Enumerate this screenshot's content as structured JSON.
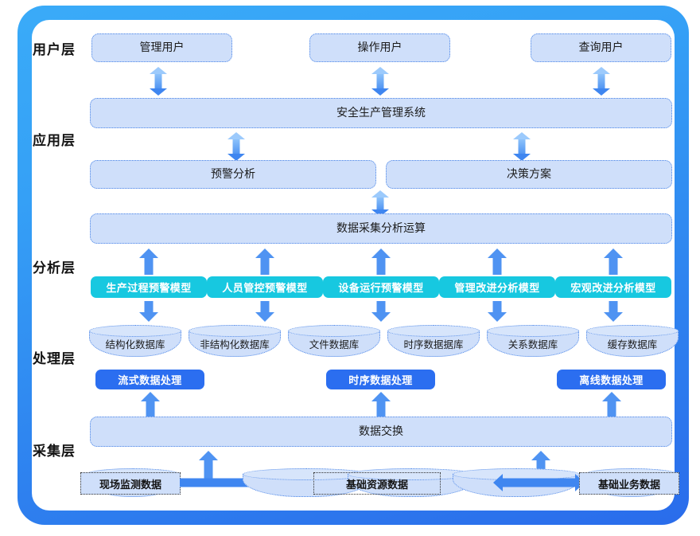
{
  "diagram": {
    "frame_color_top": "#3aabf8",
    "frame_color_bottom": "#2a6ceb",
    "box_fill": "#cfdffa",
    "model_fill": "#17c8e0",
    "process_fill": "#2b6ef0",
    "arrow_color": "#4f93f2"
  },
  "layers": [
    {
      "label": "用户层"
    },
    {
      "label": "应用层"
    },
    {
      "label": "分析层"
    },
    {
      "label": "处理层"
    },
    {
      "label": "采集层"
    }
  ],
  "user_layer": {
    "boxes": [
      {
        "label": "管理用户"
      },
      {
        "label": "操作用户"
      },
      {
        "label": "查询用户"
      }
    ]
  },
  "application_layer": {
    "system": {
      "label": "安全生产管理系统"
    },
    "boxes": [
      {
        "label": "预警分析"
      },
      {
        "label": "决策方案"
      }
    ]
  },
  "analysis_layer": {
    "compute": {
      "label": "数据采集分析运算"
    },
    "models": [
      {
        "label": "生产过程预警模型"
      },
      {
        "label": "人员管控预警模型"
      },
      {
        "label": "设备运行预警模型"
      },
      {
        "label": "管理改进分析模型"
      },
      {
        "label": "宏观改进分析模型"
      }
    ]
  },
  "processing_layer": {
    "databases": [
      {
        "label": "结构化数据库"
      },
      {
        "label": "非结构化数据库"
      },
      {
        "label": "文件数据库"
      },
      {
        "label": "时序数据据库"
      },
      {
        "label": "关系数据库"
      },
      {
        "label": "缓存数据库"
      }
    ],
    "processors": [
      {
        "label": "流式数据处理"
      },
      {
        "label": "时序数据处理"
      },
      {
        "label": "离线数据处理"
      }
    ]
  },
  "collection_layer": {
    "exchange": {
      "label": "数据交换"
    },
    "sources": [
      {
        "label": "现场监测数据"
      },
      {
        "label": "基础资源数据"
      },
      {
        "label": "基础业务数据"
      }
    ]
  }
}
